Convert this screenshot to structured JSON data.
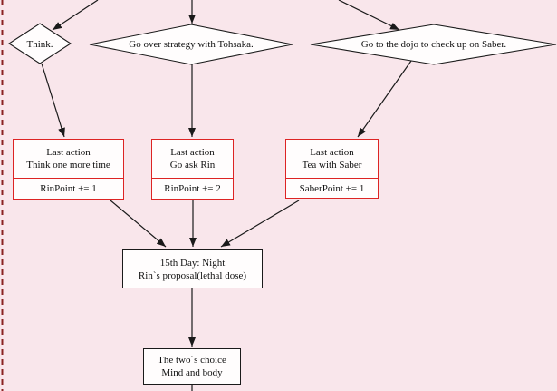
{
  "colors": {
    "background": "#f9e6eb",
    "node_fill": "#fffdfd",
    "edge": "#1a1a1a",
    "record_border": "#dd2424",
    "cluster_border": "#8b2222"
  },
  "decisions": [
    {
      "label": "Think."
    },
    {
      "label": "Go over strategy with Tohsaka."
    },
    {
      "label": "Go to the dojo to check up on Saber."
    }
  ],
  "actions": [
    {
      "line1": "Last action",
      "line2": "Think one more time",
      "effect": "RinPoint += 1"
    },
    {
      "line1": "Last action",
      "line2": "Go ask Rin",
      "effect": "RinPoint += 2"
    },
    {
      "line1": "Last action",
      "line2": "Tea with Saber",
      "effect": "SaberPoint += 1"
    }
  ],
  "events": [
    {
      "line1": "15th Day: Night",
      "line2": "Rin`s proposal(lethal dose)"
    },
    {
      "line1": "The two`s choice",
      "line2": "Mind and body"
    }
  ]
}
